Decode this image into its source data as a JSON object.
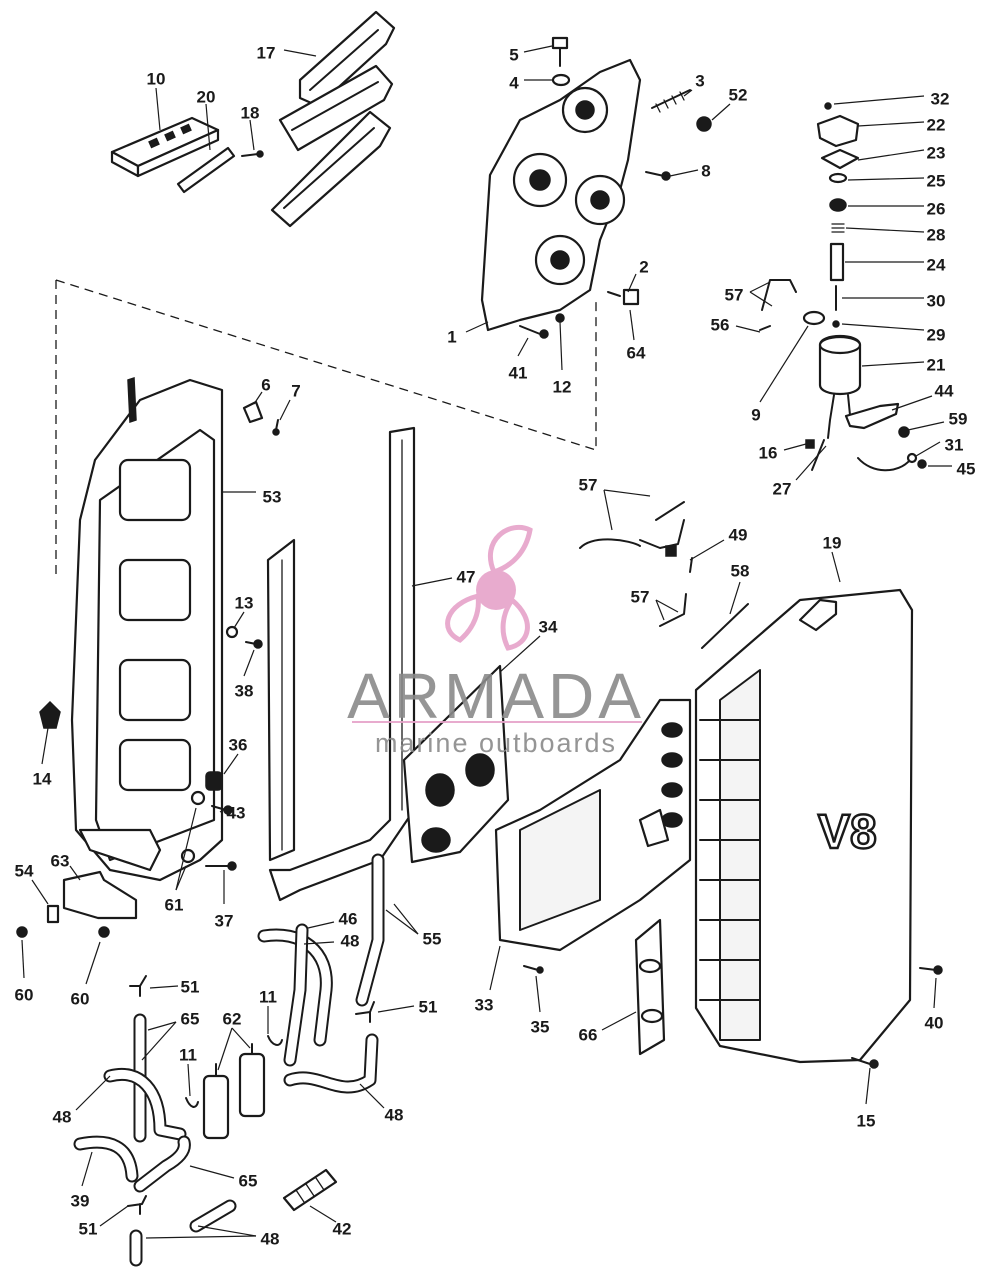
{
  "callouts": [
    {
      "id": "1",
      "label": "1"
    },
    {
      "id": "2",
      "label": "2"
    },
    {
      "id": "3",
      "label": "3"
    },
    {
      "id": "4",
      "label": "4"
    },
    {
      "id": "5",
      "label": "5"
    },
    {
      "id": "6",
      "label": "6"
    },
    {
      "id": "7",
      "label": "7"
    },
    {
      "id": "8",
      "label": "8"
    },
    {
      "id": "9",
      "label": "9"
    },
    {
      "id": "10",
      "label": "10"
    },
    {
      "id": "11a",
      "label": "11"
    },
    {
      "id": "11b",
      "label": "11"
    },
    {
      "id": "12",
      "label": "12"
    },
    {
      "id": "13",
      "label": "13"
    },
    {
      "id": "14",
      "label": "14"
    },
    {
      "id": "15",
      "label": "15"
    },
    {
      "id": "16",
      "label": "16"
    },
    {
      "id": "17",
      "label": "17"
    },
    {
      "id": "18",
      "label": "18"
    },
    {
      "id": "19",
      "label": "19"
    },
    {
      "id": "20",
      "label": "20"
    },
    {
      "id": "21",
      "label": "21"
    },
    {
      "id": "22",
      "label": "22"
    },
    {
      "id": "23",
      "label": "23"
    },
    {
      "id": "24",
      "label": "24"
    },
    {
      "id": "25",
      "label": "25"
    },
    {
      "id": "26",
      "label": "26"
    },
    {
      "id": "27",
      "label": "27"
    },
    {
      "id": "28",
      "label": "28"
    },
    {
      "id": "29",
      "label": "29"
    },
    {
      "id": "30",
      "label": "30"
    },
    {
      "id": "31",
      "label": "31"
    },
    {
      "id": "32",
      "label": "32"
    },
    {
      "id": "33",
      "label": "33"
    },
    {
      "id": "34",
      "label": "34"
    },
    {
      "id": "35",
      "label": "35"
    },
    {
      "id": "36",
      "label": "36"
    },
    {
      "id": "37",
      "label": "37"
    },
    {
      "id": "38",
      "label": "38"
    },
    {
      "id": "39",
      "label": "39"
    },
    {
      "id": "40",
      "label": "40"
    },
    {
      "id": "41",
      "label": "41"
    },
    {
      "id": "42",
      "label": "42"
    },
    {
      "id": "43",
      "label": "43"
    },
    {
      "id": "44",
      "label": "44"
    },
    {
      "id": "45",
      "label": "45"
    },
    {
      "id": "46",
      "label": "46"
    },
    {
      "id": "47",
      "label": "47"
    },
    {
      "id": "48a",
      "label": "48"
    },
    {
      "id": "48b",
      "label": "48"
    },
    {
      "id": "48c",
      "label": "48"
    },
    {
      "id": "48d",
      "label": "48"
    },
    {
      "id": "49",
      "label": "49"
    },
    {
      "id": "51a",
      "label": "51"
    },
    {
      "id": "51b",
      "label": "51"
    },
    {
      "id": "51c",
      "label": "51"
    },
    {
      "id": "52",
      "label": "52"
    },
    {
      "id": "53",
      "label": "53"
    },
    {
      "id": "54",
      "label": "54"
    },
    {
      "id": "55",
      "label": "55"
    },
    {
      "id": "56",
      "label": "56"
    },
    {
      "id": "57a",
      "label": "57"
    },
    {
      "id": "57b",
      "label": "57"
    },
    {
      "id": "57c",
      "label": "57"
    },
    {
      "id": "58",
      "label": "58"
    },
    {
      "id": "59",
      "label": "59"
    },
    {
      "id": "60a",
      "label": "60"
    },
    {
      "id": "60b",
      "label": "60"
    },
    {
      "id": "61",
      "label": "61"
    },
    {
      "id": "62",
      "label": "62"
    },
    {
      "id": "63",
      "label": "63"
    },
    {
      "id": "64",
      "label": "64"
    },
    {
      "id": "65a",
      "label": "65"
    },
    {
      "id": "65b",
      "label": "65"
    },
    {
      "id": "66",
      "label": "66"
    }
  ],
  "cover_marking": "V8",
  "watermark": {
    "brand": "ARMADA",
    "tagline": "marine outboards",
    "logo_icon": "propeller-icon",
    "logo_color": "#e6a3c9",
    "text_color": "#8a8a8a"
  }
}
